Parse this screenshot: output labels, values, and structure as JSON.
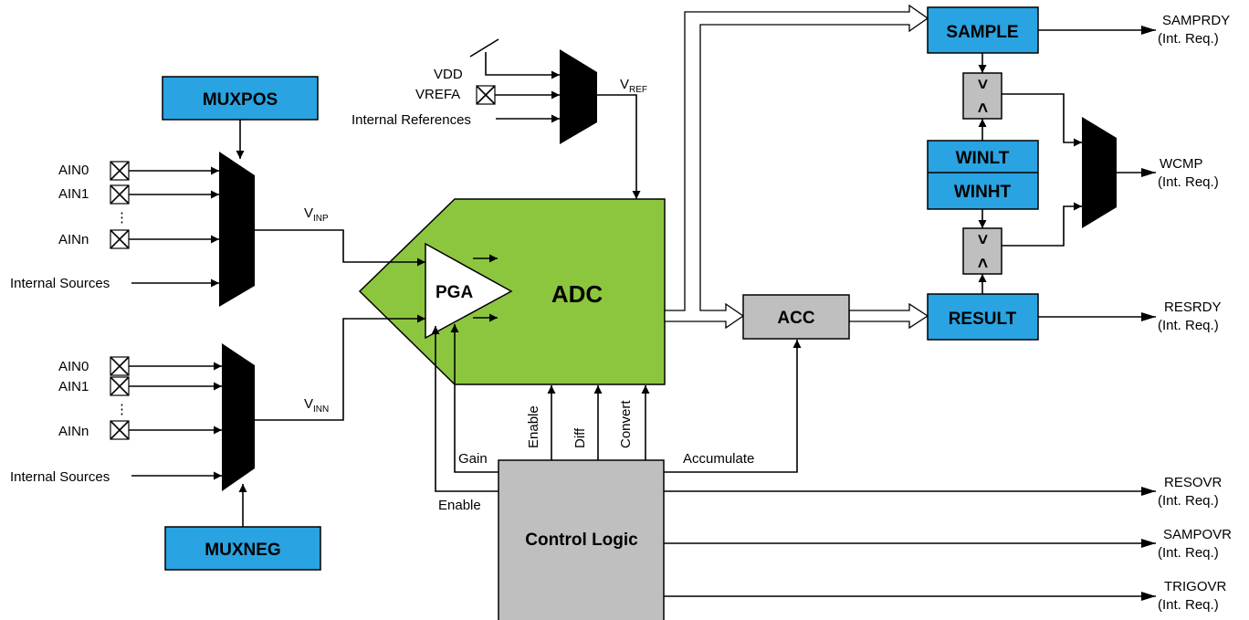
{
  "blocks": {
    "muxpos": "MUXPOS",
    "muxneg": "MUXNEG",
    "sample": "SAMPLE",
    "winlt": "WINLT",
    "winht": "WINHT",
    "result": "RESULT",
    "acc": "ACC",
    "control_logic": "Control Logic",
    "adc": "ADC",
    "pga": "PGA"
  },
  "comparators": {
    "greater": ">",
    "less": "<"
  },
  "inputs": {
    "pos": {
      "ain0": "AIN0",
      "ain1": "AIN1",
      "dots": "⋮",
      "ainn": "AINn",
      "internal": "Internal Sources"
    },
    "neg": {
      "ain0": "AIN0",
      "ain1": "AIN1",
      "dots": "⋮",
      "ainn": "AINn",
      "internal": "Internal Sources"
    }
  },
  "reference": {
    "vdd": "VDD",
    "vrefa": "VREFA",
    "internal": "Internal References"
  },
  "signals": {
    "vref": {
      "main": "V",
      "sub": "REF"
    },
    "vinp": {
      "main": "V",
      "sub": "INP"
    },
    "vinn": {
      "main": "V",
      "sub": "INN"
    },
    "gain": "Gain",
    "enable_pga": "Enable",
    "enable_adc": "Enable",
    "diff": "Diff",
    "convert": "Convert",
    "accumulate": "Accumulate"
  },
  "outputs": {
    "samprdy": "SAMPRDY",
    "wcmp": "WCMP",
    "resrdy": "RESRDY",
    "resovr": "RESOVR",
    "sampovr": "SAMPOVR",
    "trigovr": "TRIGOVR",
    "int_req": "(Int. Req.)"
  }
}
